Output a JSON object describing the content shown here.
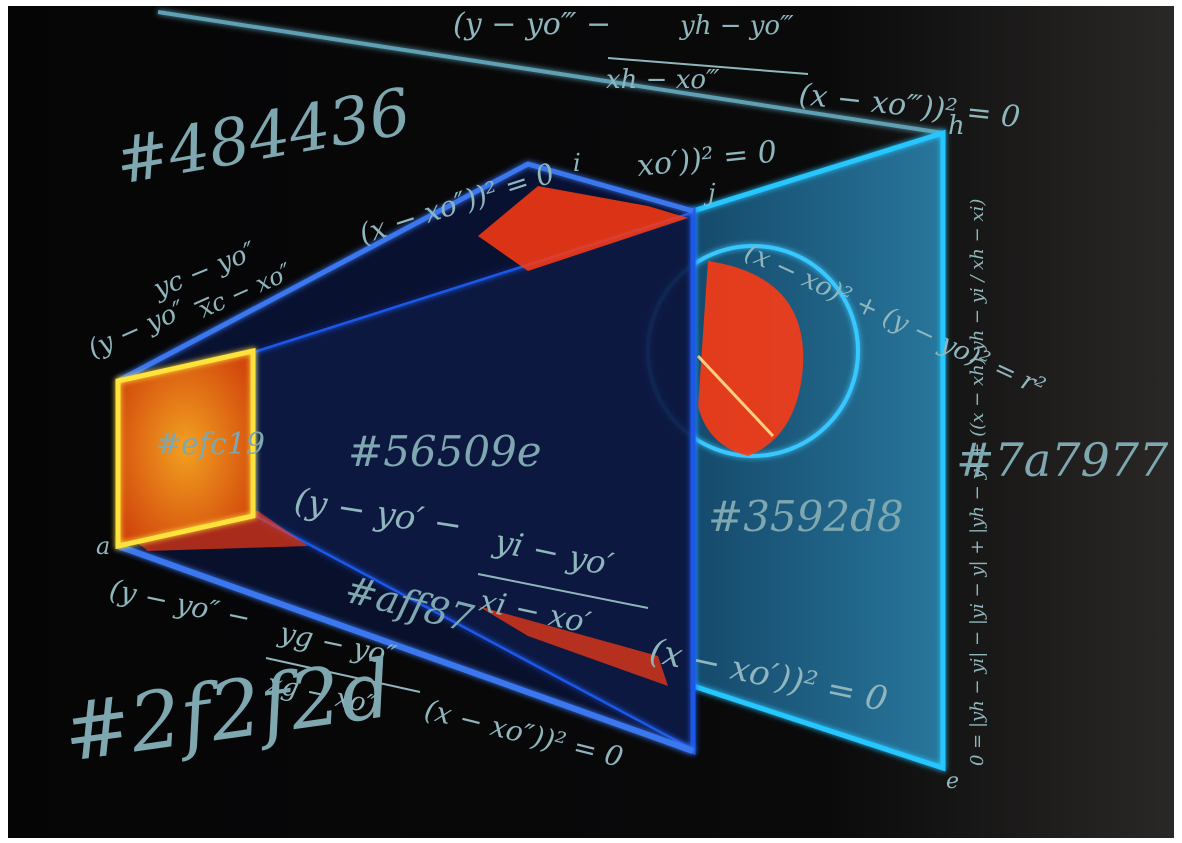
{
  "colors": {
    "background": "#050506",
    "frame": "#ffffff",
    "right_panel": "#1e6f96",
    "right_panel_edge": "#28c6ff",
    "middle_panel": "#0d1a45",
    "middle_edge": "#1f58e8",
    "left_square": "#e07a12",
    "left_square_edge": "#ffe23a",
    "red_cap": "#ff3a12",
    "disc_fill": "#ff3a12",
    "text": "#8fb6bd"
  },
  "labels": {
    "top_eq_line1": "(y − yo‴ −",
    "top_eq_frac_num": "yh − yo‴",
    "top_eq_frac_den": "xh − xo‴",
    "top_eq_tail": "(x − xo‴))² = 0",
    "hex_top_left": "#484436",
    "hex_middle": "#56509e",
    "hex_right_panel": "#3592d8",
    "hex_right_edge": "#7a7977",
    "hex_bottom": "#aff87",
    "hex_bottom_left": "#2f2f2d",
    "hex_left_square": "#efc19",
    "mid_eq_line1": "(y − yo′ −",
    "mid_eq_frac_num": "yi − yo′",
    "mid_eq_frac_den": "xi − xo′",
    "mid_eq_tail": "(x − xo′))² = 0",
    "bottom_eq_line1": "(y − yo″ −",
    "bottom_eq_frac_num": "yg − yo″",
    "bottom_eq_frac_den": "xg − xo″",
    "bottom_eq_tail": "(x − xo″))² = 0",
    "left_eq_line": "(y − yo″ −",
    "left_eq_frac_num": "yc − yo″",
    "left_eq_frac_den": "xc − xo″",
    "left_eq_tail": "(x − xo″))² = 0",
    "circle_eq": "(x − xo)² + (y − yo)² = r²",
    "right_vertical_eq": "0 = |yh − yi| − |yi − y| + |yh − y| + ((x − xh) yh − yi / xh − xi)",
    "upper_eq_fragment": "xo′))² = 0",
    "vertex_h": "h",
    "vertex_i": "i",
    "vertex_j": "j",
    "vertex_a": "a",
    "vertex_e": "e"
  }
}
